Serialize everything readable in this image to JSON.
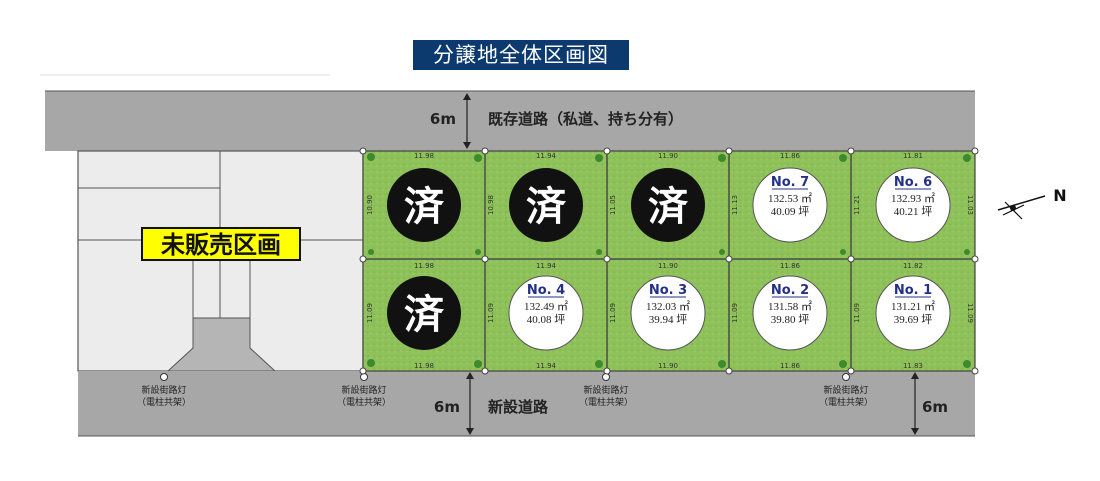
{
  "title": "分譲地全体区画図",
  "roads": {
    "existing": {
      "width": "6m",
      "name": "既存道路（私道、持ち分有）"
    },
    "new": {
      "width_left": "6m",
      "width_right": "6m",
      "name": "新設道路"
    }
  },
  "unsold_label": "未販売区画",
  "lamp_label_1": "新設街路灯",
  "lamp_label_2": "（電柱共架）",
  "compass": "N",
  "sold_mark": "済",
  "lots": [
    {
      "id": "lot-1",
      "no": "No. 1",
      "sqm": "131.21 ㎡",
      "tsubo": "39.69 坪",
      "top": "11.82",
      "bottom": "11.83",
      "left": "11.09",
      "right": "11.09"
    },
    {
      "id": "lot-2",
      "no": "No. 2",
      "sqm": "131.58 ㎡",
      "tsubo": "39.80 坪",
      "top": "11.86",
      "bottom": "11.86",
      "left": "11.09"
    },
    {
      "id": "lot-3",
      "no": "No. 3",
      "sqm": "132.03 ㎡",
      "tsubo": "39.94 坪",
      "top": "11.90",
      "bottom": "11.90",
      "left": "11.09"
    },
    {
      "id": "lot-4",
      "no": "No. 4",
      "sqm": "132.49 ㎡",
      "tsubo": "40.08 坪",
      "top": "11.94",
      "bottom": "11.94",
      "left": "11.09"
    },
    {
      "id": "lot-6",
      "no": "No. 6",
      "sqm": "132.93 ㎡",
      "tsubo": "40.21 坪",
      "top": "11.81",
      "left": "11.21",
      "right": "11.03"
    },
    {
      "id": "lot-7",
      "no": "No. 7",
      "sqm": "132.53 ㎡",
      "tsubo": "40.09 坪",
      "top": "11.86",
      "left": "11.13"
    }
  ],
  "sold_lots": [
    {
      "top": "11.98",
      "left": "10.90"
    },
    {
      "top": "11.94",
      "left": "10.98"
    },
    {
      "top": "11.90",
      "left": "11.05"
    },
    {
      "top": "11.98",
      "bottom": "11.98",
      "left": "11.09"
    }
  ]
}
